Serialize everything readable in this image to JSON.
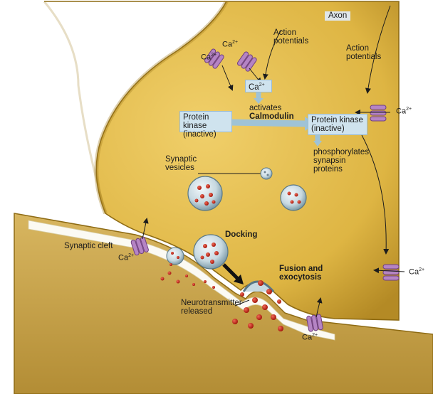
{
  "labels": {
    "axon": "Axon",
    "action_potentials_left": "Action potentials",
    "action_potentials_right": "Action potentials",
    "ca_box": "Ca2+",
    "activates": "activates",
    "calmodulin": "Calmodulin",
    "kinase_inactive_left": "Protein kinase (inactive)",
    "kinase_inactive_right": "Protein kinase (inactive)",
    "phosphorylates": "phosphorylates synapsin proteins",
    "synaptic_vesicles": "Synaptic vesicles",
    "docking": "Docking",
    "synaptic_cleft": "Synaptic cleft",
    "fusion": "Fusion and exocytosis",
    "neurotransmitter": "Neurotransmitter released"
  },
  "ion": {
    "base": "Ca",
    "charge": "2+"
  },
  "colors": {
    "terminal": "#dcb240",
    "terminal_edge": "#8e6b14",
    "postsynaptic": "#c6a04a",
    "channel": "#b584c4",
    "vesicle": "#c7d9e1",
    "transmitter": "#c41e14",
    "label_box": "#cfe3ee"
  }
}
